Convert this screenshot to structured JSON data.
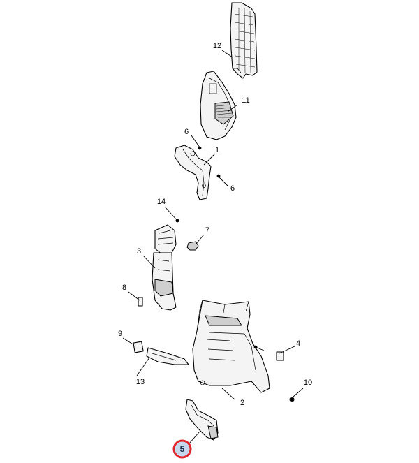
{
  "labels": {
    "p1": "1",
    "p2": "2",
    "p3": "3",
    "p4": "4",
    "p5": "5",
    "p6a": "6",
    "p6b": "6",
    "p7": "7",
    "p8": "8",
    "p9": "9",
    "p10": "10",
    "p11": "11",
    "p12": "12",
    "p13": "13",
    "p14": "14"
  },
  "highlighted_part": "5",
  "colors": {
    "highlight_ring": "#e0262c",
    "highlight_fill": "#c8d8ec"
  }
}
